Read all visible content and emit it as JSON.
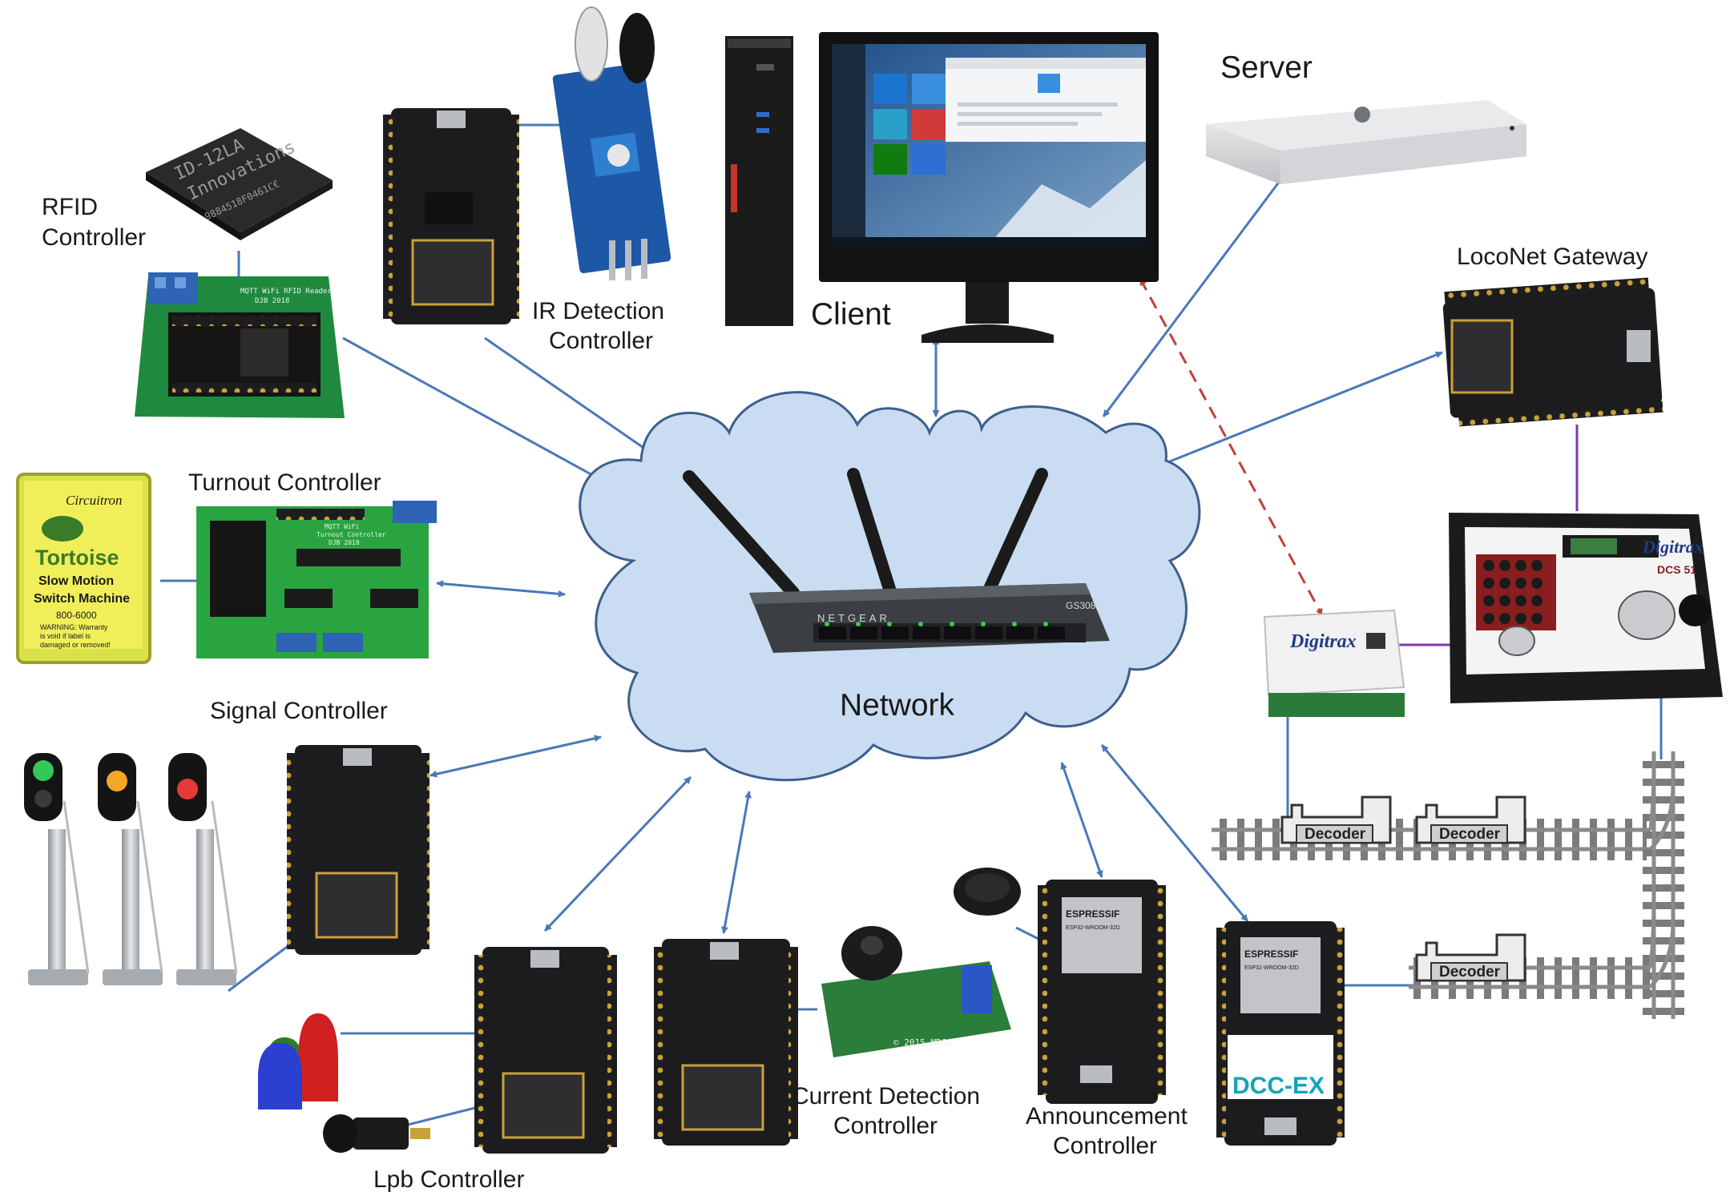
{
  "labels": {
    "rfid": [
      "RFID",
      "Controller"
    ],
    "ir": [
      "IR Detection",
      "Controller"
    ],
    "client": "Client",
    "server": "Server",
    "loconet": "LocoNet  Gateway",
    "turnout": "Turnout Controller",
    "signal": "Signal Controller",
    "network": "Network",
    "current": [
      "Current Detection",
      "Controller"
    ],
    "announcement": [
      "Announcement",
      "Controller"
    ],
    "lpb": "Lpb Controller"
  },
  "device_text": {
    "rfid_chip": [
      "ID-12LA",
      "Innovations",
      "9884518F0461C€"
    ],
    "rfid_board": [
      "MQTT WiFi RFID Reader",
      "DJB 2018"
    ],
    "turnout_board": [
      "MQTT WiFi",
      "Turnout Controller",
      "DJB 2018"
    ],
    "tortoise": [
      "Circuitron",
      "Tortoise",
      "Slow Motion",
      "Switch Machine",
      "800-6000",
      "WARNING: Warranty",
      "is void if label is",
      "damaged or removed!"
    ],
    "router": [
      "NETGEAR",
      "GS308"
    ],
    "esp32": [
      "ESPRESSIF",
      "ESP32-WROOM-32D"
    ],
    "dccex": "DCC-EX",
    "digitrax": "Digitrax",
    "throttle_model": "DCS 51",
    "decoder": "Decoder",
    "current_board": "© 2015 MRCS"
  },
  "colors": {
    "arrow": "#4a78b8",
    "dashed_arrow": "#c0403a",
    "cloud_fill": "#c9dcf1",
    "cloud_stroke": "#3d5f8c",
    "loconet_wire": "#7a3aa8",
    "wire": "#4a78b8"
  }
}
